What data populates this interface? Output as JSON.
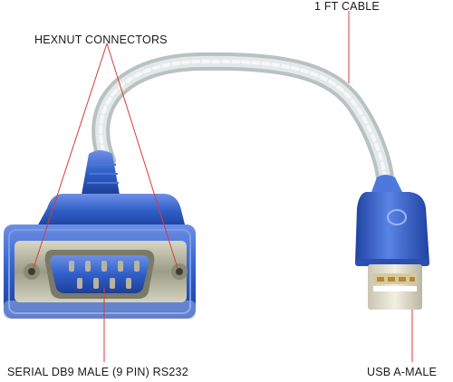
{
  "labels": {
    "cable": "1 FT CABLE",
    "hexnut": "HEXNUT CONNECTORS",
    "serial": "SERIAL DB9 MALE (9 PIN) RS232",
    "usb": "USB A-MALE"
  },
  "colors": {
    "connector_blue": "#2f5fc8",
    "connector_dark": "#1d3f96",
    "cable_silver": "#cfd6d6",
    "metal_shell": "#b6b8a2",
    "pointer_line": "#d83a3a"
  }
}
